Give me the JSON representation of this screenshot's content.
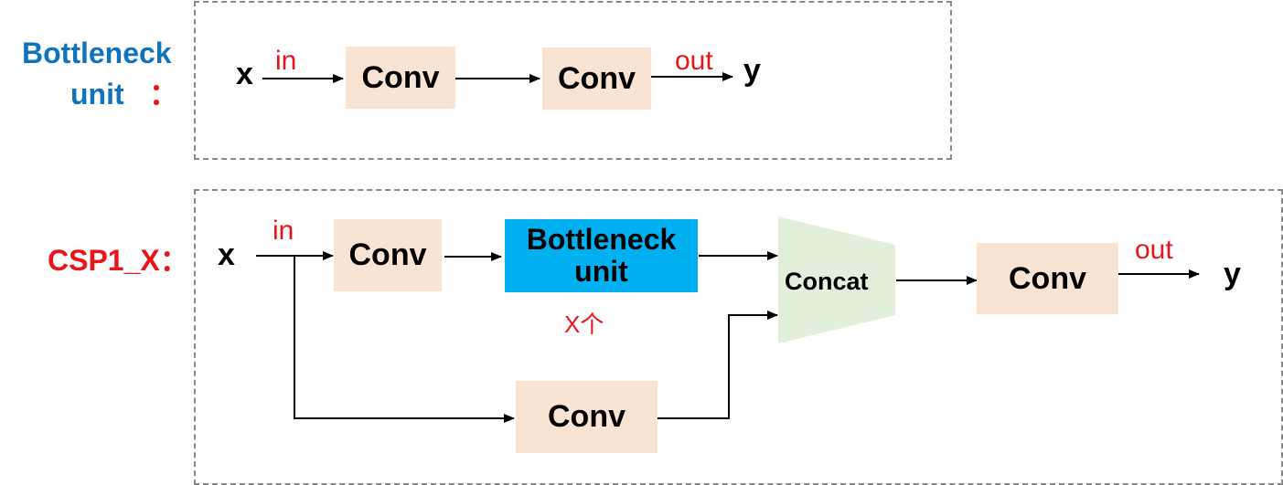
{
  "colors": {
    "blue_label": "#0f73be",
    "red_label": "#e8161b",
    "conv_fill": "#f9e4d4",
    "bottleneck_fill": "#00b0f0",
    "concat_fill": "#e2efda",
    "dashed_border": "#8a8a8a"
  },
  "top": {
    "label_line1": "Bottleneck",
    "label_line2": "unit",
    "label_colon": "：",
    "input": "x",
    "in": "in",
    "conv1": "Conv",
    "conv2": "Conv",
    "out": "out",
    "output": "y"
  },
  "bottom": {
    "label": "CSP1_X：",
    "input": "x",
    "in": "in",
    "conv_top": "Conv",
    "bottleneck_line1": "Bottleneck",
    "bottleneck_line2": "unit",
    "repeat": "X个",
    "concat": "Concat",
    "conv_out": "Conv",
    "out": "out",
    "output": "y",
    "conv_bottom": "Conv"
  }
}
